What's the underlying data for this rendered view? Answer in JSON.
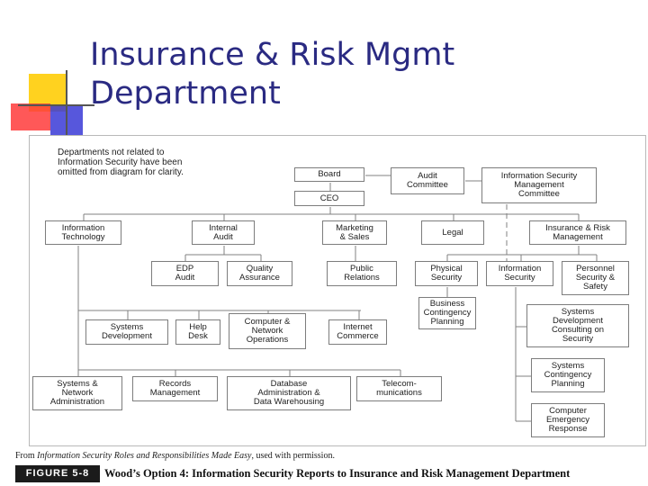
{
  "slide": {
    "title": "Insurance & Risk Mgmt\nDepartment"
  },
  "diagram": {
    "note": "Departments not related to\nInformation Security have been\nomitted from diagram for clarity.",
    "nodes": {
      "board": "Board",
      "ceo": "CEO",
      "audit_committee": "Audit\nCommittee",
      "infosec_mgmt_committee": "Information Security\nManagement\nCommittee",
      "information_technology": "Information\nTechnology",
      "internal_audit": "Internal\nAudit",
      "marketing_sales": "Marketing\n& Sales",
      "legal": "Legal",
      "insurance_risk_mgmt": "Insurance & Risk\nManagement",
      "edp_audit": "EDP\nAudit",
      "quality_assurance": "Quality\nAssurance",
      "public_relations": "Public\nRelations",
      "physical_security": "Physical\nSecurity",
      "information_security": "Information\nSecurity",
      "personnel_security_safety": "Personnel\nSecurity &\nSafety",
      "business_contingency_planning": "Business\nContingency\nPlanning",
      "systems_development": "Systems\nDevelopment",
      "help_desk": "Help\nDesk",
      "computer_network_operations": "Computer &\nNetwork\nOperations",
      "internet_commerce": "Internet\nCommerce",
      "systems_dev_consulting_security": "Systems\nDevelopment\nConsulting on\nSecurity",
      "systems_network_administration": "Systems &\nNetwork\nAdministration",
      "records_management": "Records\nManagement",
      "database_admin_warehousing": "Database\nAdministration &\nData Warehousing",
      "telecommunications": "Telecom-\nmunications",
      "systems_contingency_planning": "Systems\nContingency\nPlanning",
      "computer_emergency_response": "Computer\nEmergency\nResponse"
    }
  },
  "source_line": {
    "prefix": "From ",
    "book": "Information Security Roles and Responsibilities Made Easy",
    "suffix": ", used with permission."
  },
  "figure": {
    "tag": "FIGURE 5-8",
    "caption": "Wood’s Option 4: Information Security Reports to Insurance and Risk Management Department"
  },
  "colors": {
    "title": "#2a2a82",
    "deco_yellow": "#ffd21f",
    "deco_red": "#ff3b3b",
    "deco_blue": "#3a3ad6",
    "deco_line": "#555555"
  }
}
